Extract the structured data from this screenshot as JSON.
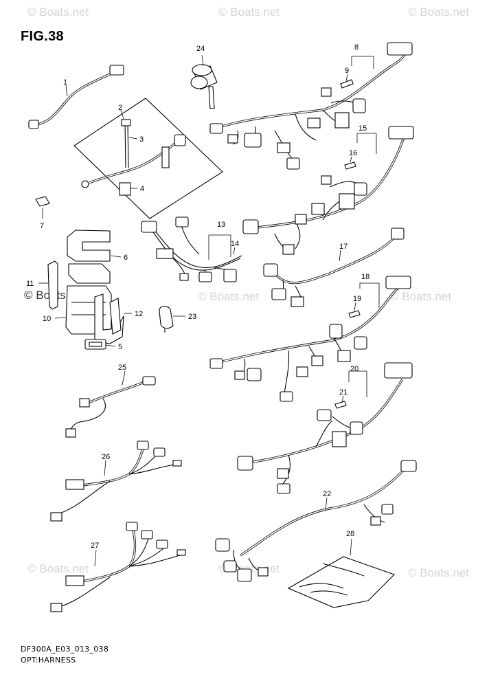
{
  "figure": {
    "title": "FIG.38"
  },
  "watermarks": [
    "© Boats.net",
    "© Boats.net",
    "© Boats.net",
    "© Boats.net",
    "© Boats.net",
    "© Boats.net",
    "© Boats.net",
    "© Boats.net",
    "© Boats.net"
  ],
  "watermark_center": "© Boats.net",
  "footer": {
    "code": "DF300A_E03_013_038",
    "caption": "OPT:HARNESS"
  },
  "parts": [
    "1",
    "2",
    "3",
    "4",
    "5",
    "6",
    "7",
    "8",
    "9",
    "10",
    "11",
    "12",
    "13",
    "14",
    "15",
    "16",
    "17",
    "18",
    "19",
    "20",
    "21",
    "22",
    "23",
    "24",
    "25",
    "26",
    "27",
    "28"
  ]
}
